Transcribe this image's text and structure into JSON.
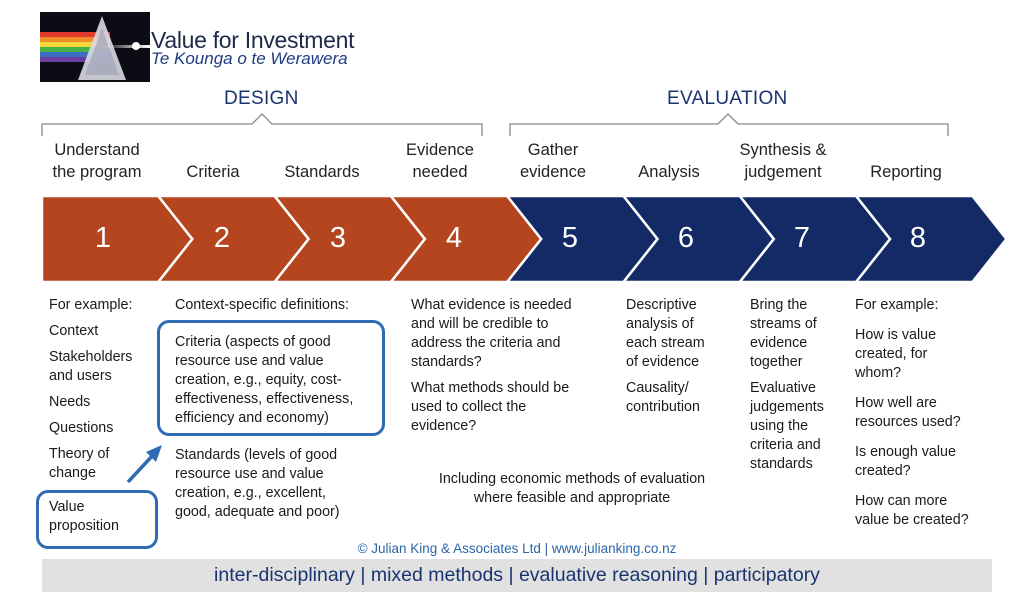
{
  "logo": {
    "title": "Value for Investment",
    "subtitle": "Te Kounga o te Werawera"
  },
  "phases": {
    "design": "DESIGN",
    "evaluation": "EVALUATION"
  },
  "steps": [
    {
      "number": "1",
      "title": [
        "Understand",
        "the program"
      ],
      "color": "#b5451f"
    },
    {
      "number": "2",
      "title": [
        "Criteria"
      ],
      "color": "#b5451f"
    },
    {
      "number": "3",
      "title": [
        "Standards"
      ],
      "color": "#b5451f"
    },
    {
      "number": "4",
      "title": [
        "Evidence",
        "needed"
      ],
      "color": "#b5451f"
    },
    {
      "number": "5",
      "title": [
        "Gather",
        "evidence"
      ],
      "color": "#142a66"
    },
    {
      "number": "6",
      "title": [
        "Analysis"
      ],
      "color": "#142a66"
    },
    {
      "number": "7",
      "title": [
        "Synthesis &",
        "judgement"
      ],
      "color": "#142a66"
    },
    {
      "number": "8",
      "title": [
        "Reporting"
      ],
      "color": "#142a66"
    }
  ],
  "col1": {
    "heading": "For example:",
    "items": [
      "Context",
      "Stakeholders",
      "and users",
      "Needs",
      "Questions",
      "Theory of",
      "change"
    ],
    "value_prop": [
      "Value",
      "proposition"
    ]
  },
  "col2": {
    "heading": "Context-specific definitions:",
    "criteria": [
      "Criteria (aspects of good",
      "resource use and value",
      "creation, e.g., equity, cost-",
      "effectiveness, effectiveness,",
      "efficiency and economy)"
    ],
    "standards": [
      "Standards (levels of good",
      "resource use and value",
      "creation, e.g., excellent,",
      "good, adequate and poor)"
    ]
  },
  "col4": {
    "q1": [
      "What evidence is needed",
      "and will be credible to",
      "address the criteria and",
      "standards?"
    ],
    "q2": [
      "What methods should be",
      "used to collect the",
      "evidence?"
    ]
  },
  "col6": {
    "p1": [
      "Descriptive",
      "analysis of",
      "each stream",
      "of evidence"
    ],
    "p2": [
      "Causality/",
      "contribution"
    ]
  },
  "col7": {
    "p1": [
      "Bring the",
      "streams of",
      "evidence",
      "together"
    ],
    "p2": [
      "Evaluative",
      "judgements",
      "using the",
      "criteria and",
      "standards"
    ]
  },
  "col8": {
    "heading": "For example:",
    "q1": [
      "How is value",
      "created, for",
      "whom?"
    ],
    "q2": [
      "How well are",
      "resources used?"
    ],
    "q3": [
      "Is enough value",
      "created?"
    ],
    "q4": [
      "How can more",
      "value be created?"
    ]
  },
  "center_note": [
    "Including economic methods of evaluation",
    "where feasible and appropriate"
  ],
  "copyright": "© Julian King & Associates Ltd | www.julianking.co.nz",
  "footer": "inter-disciplinary  |  mixed methods  |  evaluative reasoning  |  participatory",
  "colors": {
    "design": "#b5451f",
    "evaluation": "#142a66",
    "highlight": "#2f6bb5"
  }
}
